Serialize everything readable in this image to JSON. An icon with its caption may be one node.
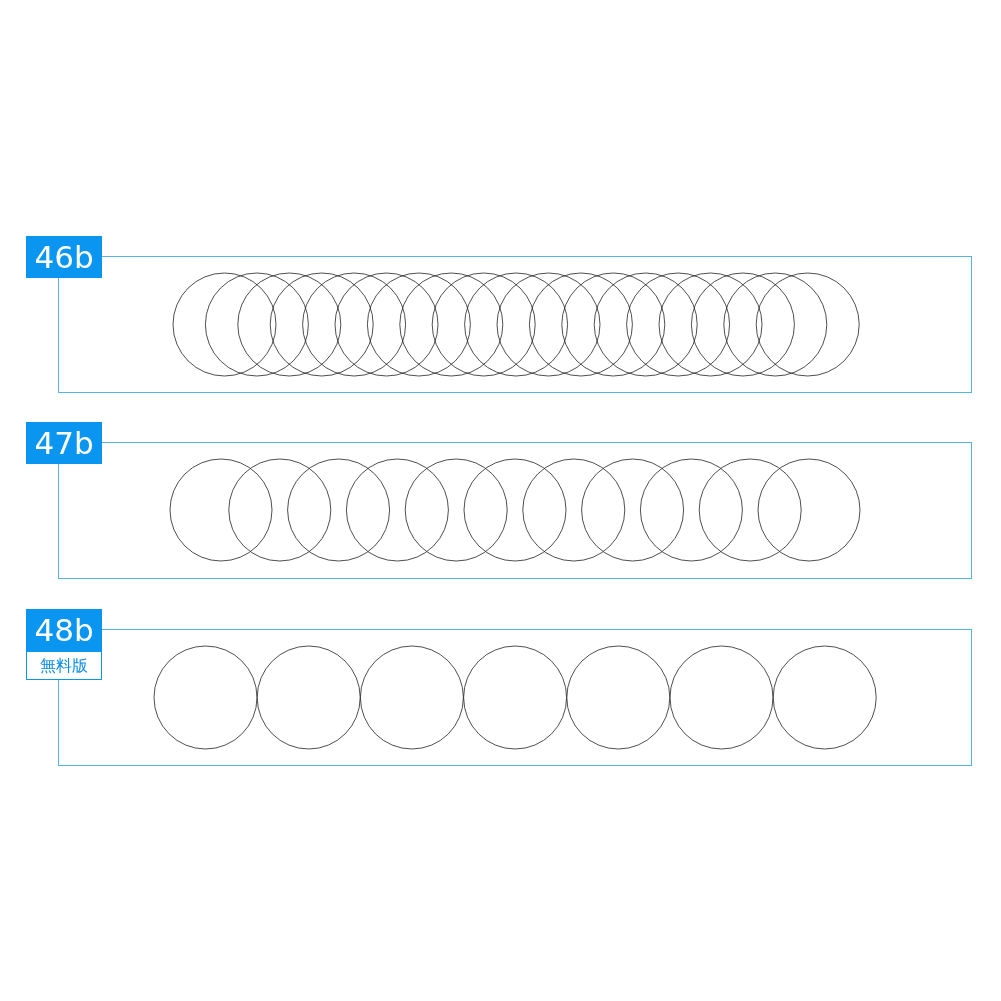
{
  "diagram": {
    "nodes": [
      {
        "text": [
          "46b"
        ]
      },
      {
        "text": [
          "47b"
        ]
      },
      {
        "text": [
          "48b",
          "無料版"
        ]
      }
    ]
  }
}
